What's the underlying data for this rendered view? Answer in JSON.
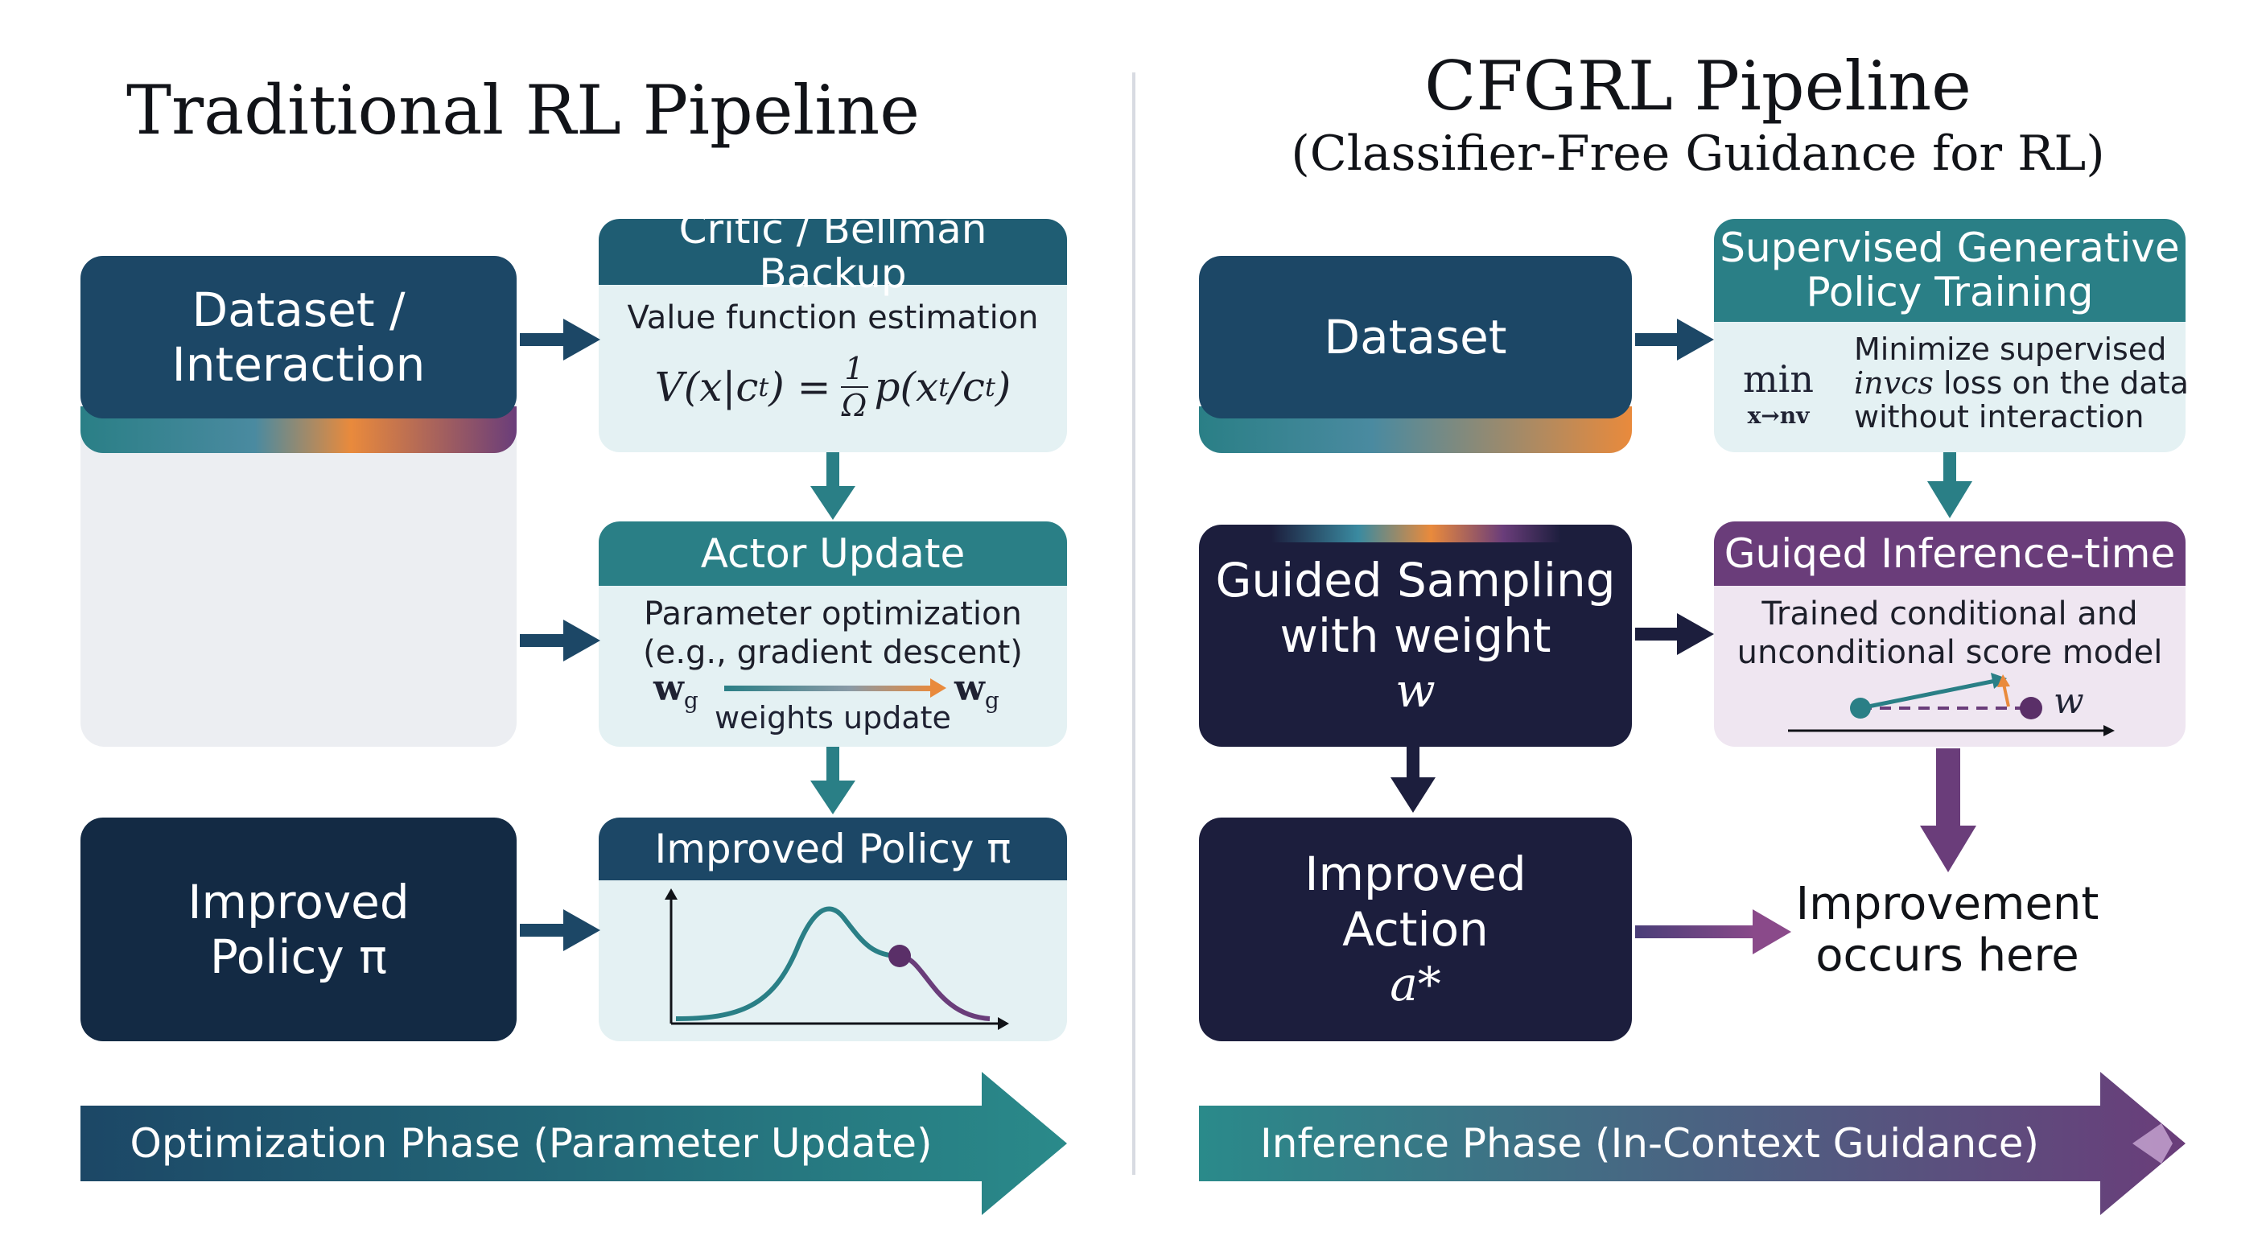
{
  "left": {
    "title": "Traditional RL Pipeline",
    "dataset_box": {
      "line1": "Dataset /",
      "line2": "Interaction"
    },
    "critic_card": {
      "header": "Critic / Bellman Backup",
      "subtitle": "Value function estimation",
      "formula_lhs": "V(x|c",
      "formula_sub": "t",
      "formula_eq": ") =",
      "frac_num": "1",
      "frac_den": "Ω",
      "formula_rhs": "p(x",
      "formula_rhs_sub": "t",
      "formula_rhs_tail": "/c",
      "formula_rhs_sub2": "t",
      "formula_close": ")"
    },
    "actor_card": {
      "header": "Actor Update",
      "line1": "Parameter optimization",
      "line2": "(e.g., gradient descent)",
      "w_left": "w",
      "w_left_sub": "g",
      "w_right": "w",
      "w_right_sub": "g",
      "caption": "weights update"
    },
    "improved_box": {
      "line1": "Improved",
      "line2": "Policy π"
    },
    "policy_card": {
      "header": "Improved Policy π"
    },
    "phase_banner": "Optimization Phase (Parameter Update)"
  },
  "right": {
    "title": "CFGRL Pipeline",
    "subtitle": "(Classifier-Free Guidance for RL)",
    "dataset_box": {
      "label": "Dataset"
    },
    "supervised_card": {
      "header_line1": "Supervised Generative",
      "header_line2": "Policy Training",
      "min_label": "min",
      "min_sub": "x→nv",
      "line1": "Minimize supervised",
      "line2_a": "invcs",
      "line2_b": " loss on the data",
      "line3": "without interaction"
    },
    "guided_box": {
      "line1": "Guided Sampling",
      "line2": "with weight ",
      "line2_math": "w"
    },
    "inference_card": {
      "header": "Guiqed Inference-time",
      "line1": "Trained conditional and",
      "line2": "unconditional score model",
      "w_label": "w"
    },
    "action_box": {
      "line1": "Improved",
      "line2": "Action ",
      "line2_math": "a*"
    },
    "improvement_text": {
      "line1": "Improvement",
      "line2": "occurs here"
    },
    "phase_banner": "Inference Phase (In-Context Guidance)"
  },
  "colors": {
    "navy": "#1c4766",
    "dark_navy": "#132a44",
    "deep_indigo": "#1c1e3d",
    "teal": "#2a7f86",
    "purple": "#6a3d7a",
    "orange": "#e98a3c",
    "card_light": "#e4f1f3",
    "card_lavender": "#efe6f1"
  }
}
